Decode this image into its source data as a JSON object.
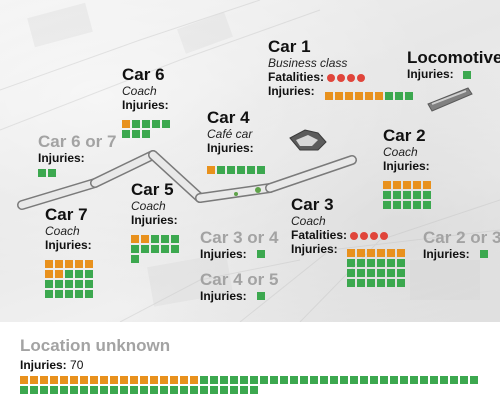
{
  "cars": [
    {
      "id": "car1",
      "title": "Car 1",
      "subtitle": "Business class",
      "fatalities_label": "Fatalities:",
      "fatalities": 4,
      "injuries_label": "Injuries:",
      "injuries": {
        "orange": 6,
        "green": 3
      }
    },
    {
      "id": "locomotive",
      "title": "Locomotive",
      "injuries_label": "Injuries:",
      "injuries": {
        "orange": 0,
        "green": 1
      }
    },
    {
      "id": "car6",
      "title": "Car 6",
      "subtitle": "Coach",
      "injuries_label": "Injuries:",
      "injuries": {
        "orange": 1,
        "green": 7
      }
    },
    {
      "id": "car4",
      "title": "Car 4",
      "subtitle": "Café car",
      "injuries_label": "Injuries:",
      "injuries": {
        "orange": 1,
        "green": 5
      }
    },
    {
      "id": "car2",
      "title": "Car 2",
      "subtitle": "Coach",
      "injuries_label": "Injuries:",
      "injuries": {
        "orange": 5,
        "green": 10
      }
    },
    {
      "id": "car6or7",
      "title": "Car 6 or 7",
      "injuries_label": "Injuries:",
      "injuries": {
        "orange": 0,
        "green": 2
      }
    },
    {
      "id": "car5",
      "title": "Car 5",
      "subtitle": "Coach",
      "injuries_label": "Injuries:",
      "injuries": {
        "orange": 2,
        "green": 9
      }
    },
    {
      "id": "car3",
      "title": "Car 3",
      "subtitle": "Coach",
      "fatalities_label": "Fatalities:",
      "fatalities": 4,
      "injuries_label": "Injuries:",
      "injuries": {
        "orange": 6,
        "green": 18
      }
    },
    {
      "id": "car7",
      "title": "Car 7",
      "subtitle": "Coach",
      "injuries_label": "Injuries:",
      "injuries": {
        "orange": 7,
        "green": 13
      }
    },
    {
      "id": "car3or4",
      "title": "Car 3 or 4",
      "injuries_label": "Injuries:",
      "injuries": {
        "orange": 0,
        "green": 1
      }
    },
    {
      "id": "car2or3",
      "title": "Car 2 or 3",
      "injuries_label": "Injuries:",
      "injuries": {
        "orange": 0,
        "green": 1
      }
    },
    {
      "id": "car4or5",
      "title": "Car 4 or 5",
      "injuries_label": "Injuries:",
      "injuries": {
        "orange": 0,
        "green": 1
      }
    }
  ],
  "unknown": {
    "title": "Location unknown",
    "injuries_label": "Injuries:",
    "injuries_value": "70",
    "injuries": {
      "orange": 18,
      "green": 52
    }
  },
  "colors": {
    "serious": "#e8911d",
    "minor": "#3ca84f",
    "fatal": "#e0453b",
    "muted_title": "#a3a3a3"
  }
}
